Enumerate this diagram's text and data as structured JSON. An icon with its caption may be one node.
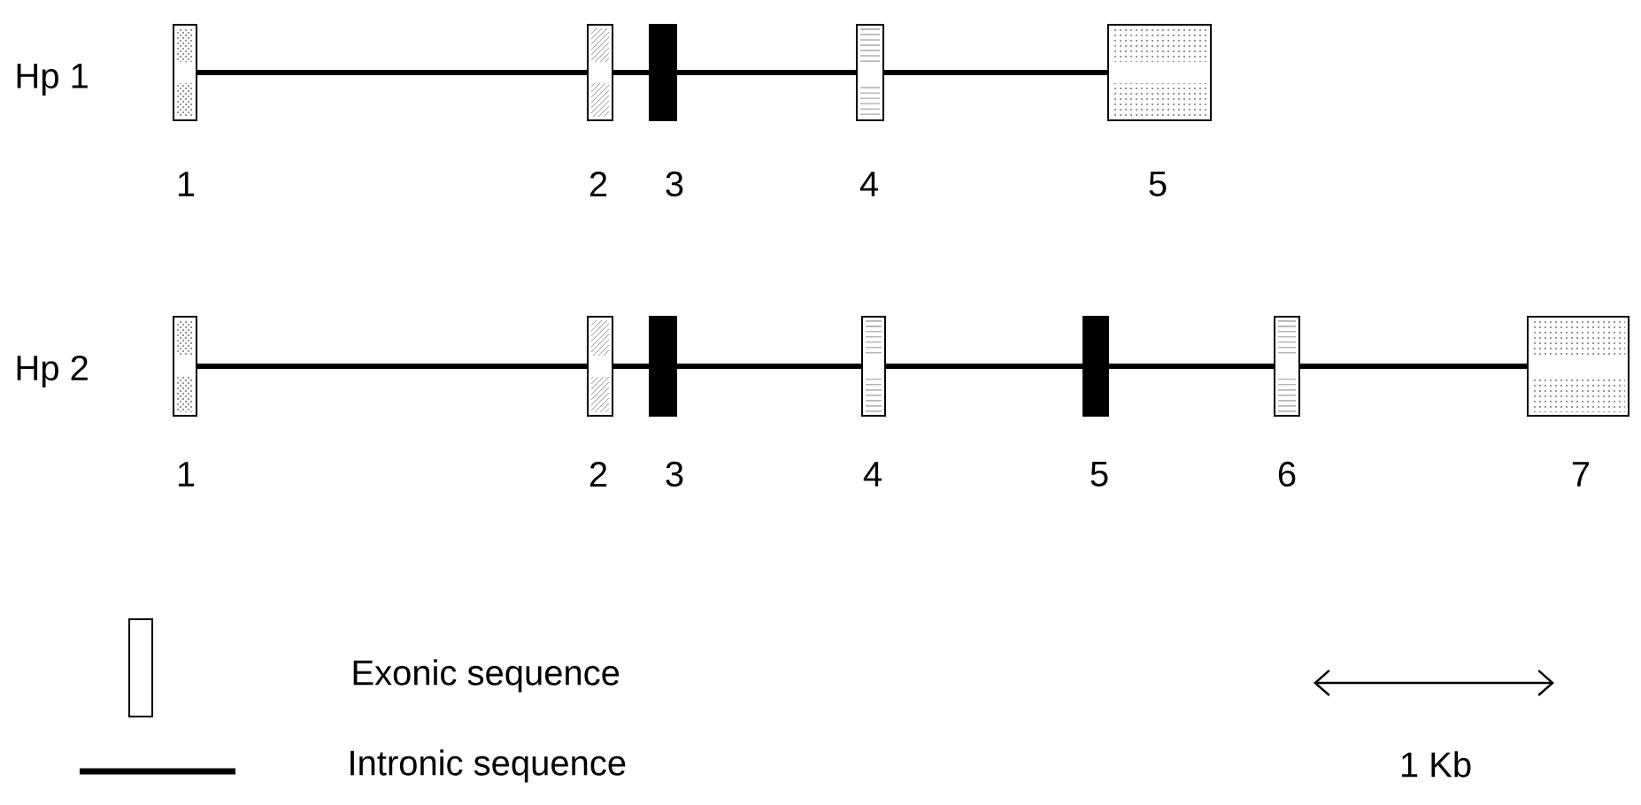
{
  "diagram": {
    "nodes": [
      {
        "text": [],
        "shape": "box",
        "beside": [
          "1"
        ]
      },
      {
        "text": [],
        "shape": "box",
        "beside": [
          "2"
        ]
      },
      {
        "text": [],
        "shape": "box",
        "beside": [
          "3"
        ]
      },
      {
        "text": [],
        "shape": "box",
        "beside": [
          "4"
        ]
      },
      {
        "text": [],
        "shape": "box",
        "beside": [
          "5"
        ]
      },
      {
        "text": [],
        "shape": "box",
        "beside": [
          "1"
        ]
      },
      {
        "text": [],
        "shape": "box",
        "beside": [
          "2"
        ]
      },
      {
        "text": [],
        "shape": "box",
        "beside": [
          "3"
        ]
      },
      {
        "text": [],
        "shape": "box",
        "beside": [
          "4"
        ]
      },
      {
        "text": [],
        "shape": "box",
        "beside": [
          "5"
        ]
      },
      {
        "text": [],
        "shape": "box",
        "beside": [
          "6"
        ]
      },
      {
        "text": [],
        "shape": "box",
        "beside": [
          "7"
        ]
      }
    ],
    "edges": [
      {
        "from": 0,
        "to": 1,
        "arrow": "none"
      },
      {
        "from": 1,
        "to": 2,
        "arrow": "none"
      },
      {
        "from": 2,
        "to": 3,
        "arrow": "none"
      },
      {
        "from": 3,
        "to": 4,
        "arrow": "none"
      },
      {
        "from": 5,
        "to": 6,
        "arrow": "none"
      },
      {
        "from": 6,
        "to": 7,
        "arrow": "none"
      },
      {
        "from": 7,
        "to": 8,
        "arrow": "none"
      },
      {
        "from": 8,
        "to": 9,
        "arrow": "none"
      },
      {
        "from": 9,
        "to": 10,
        "arrow": "none"
      },
      {
        "from": 10,
        "to": 11,
        "arrow": "none"
      }
    ],
    "labels": [
      "Hp 1",
      "Hp 2",
      "1 Kb"
    ],
    "legend": [
      {
        "text": "Exonic sequence"
      },
      {
        "text": "Intronic sequence"
      }
    ]
  }
}
